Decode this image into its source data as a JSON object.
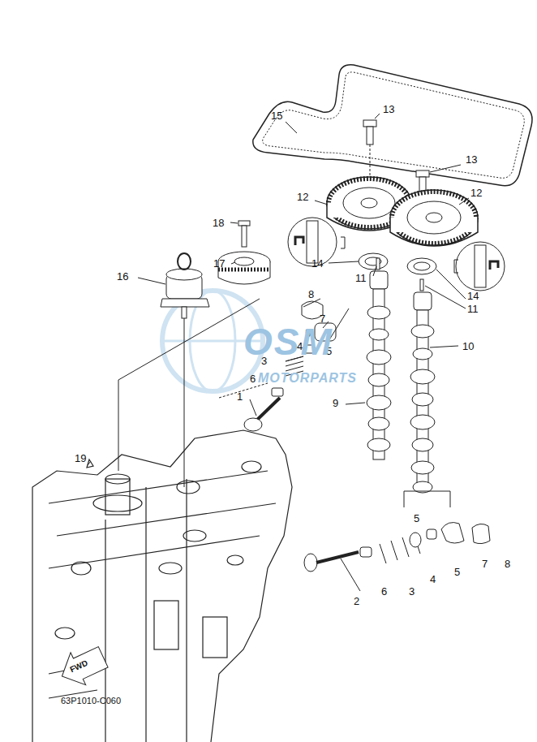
{
  "diagram": {
    "labels": [
      "15",
      "13",
      "13",
      "12",
      "12",
      "18",
      "17",
      "16",
      "14",
      "11",
      "14",
      "11",
      "8",
      "7",
      "5",
      "5",
      "4",
      "3",
      "6",
      "1",
      "9",
      "10",
      "19",
      "5",
      "2",
      "6",
      "3",
      "4",
      "5",
      "7",
      "8",
      "FWD",
      "63P1010-C060",
      "OSM",
      "MOTORPARTS"
    ]
  }
}
